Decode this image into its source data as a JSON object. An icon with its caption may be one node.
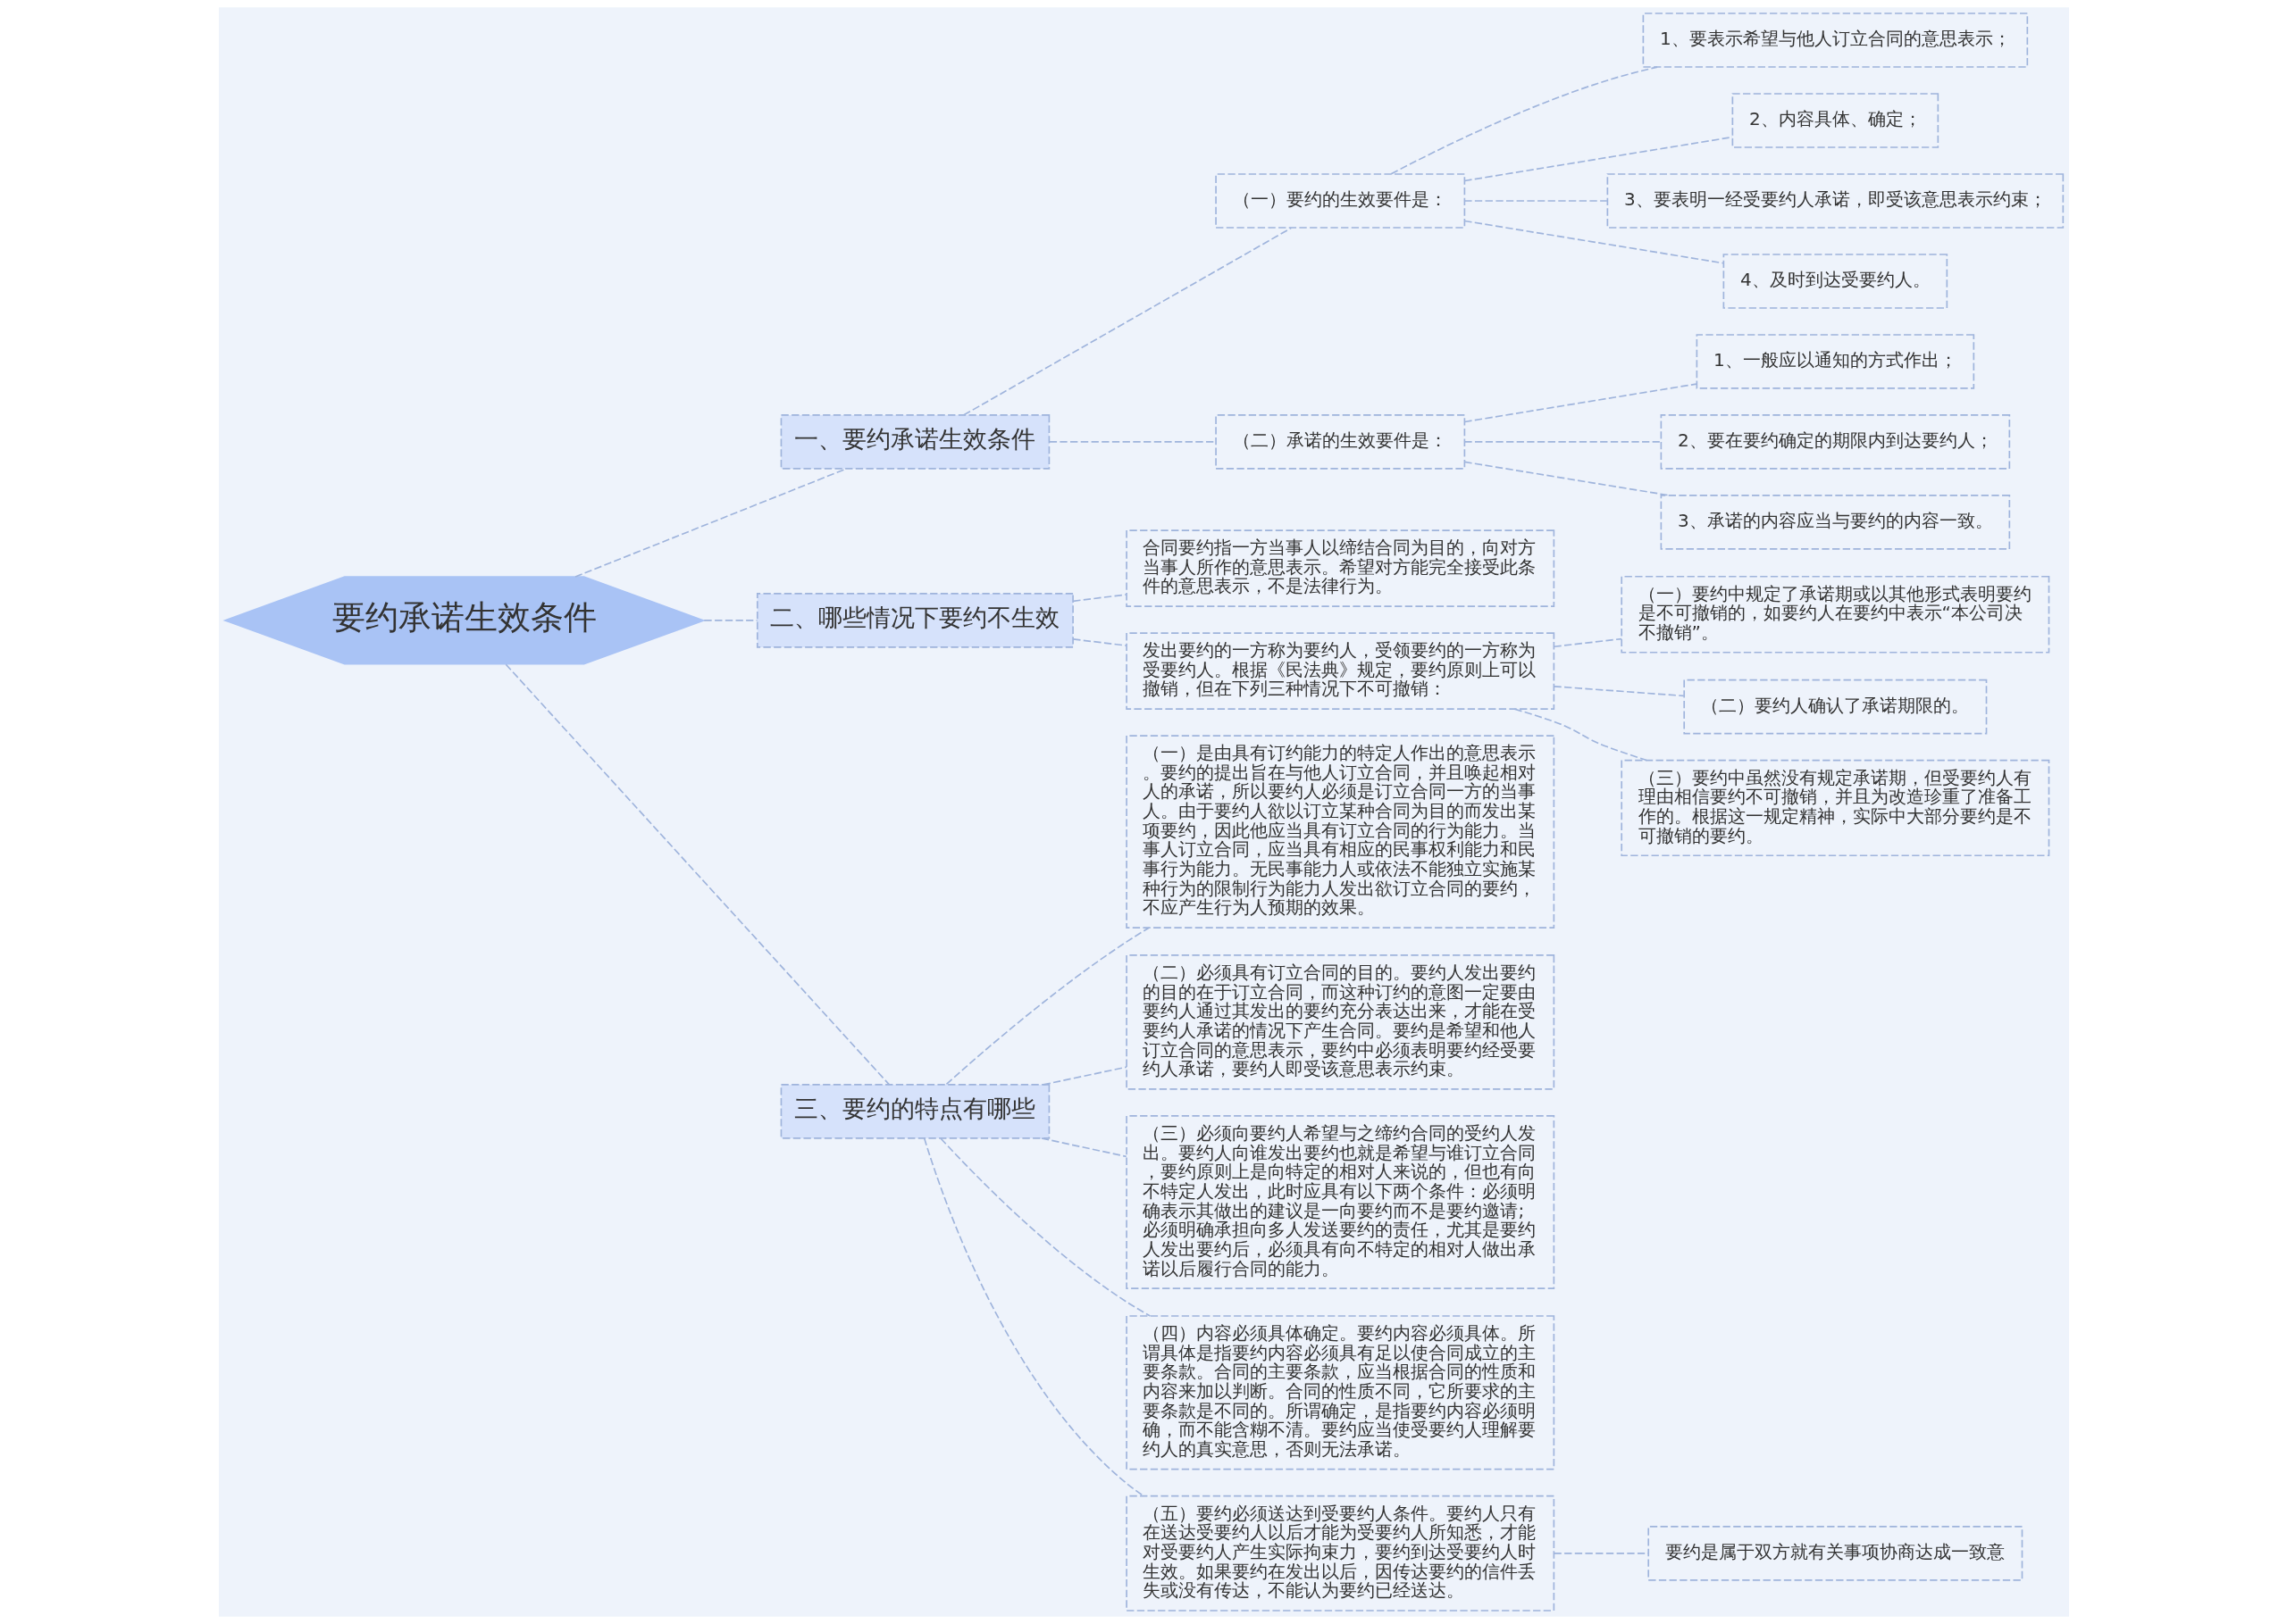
{
  "diagram": {
    "nodes": [
      {
        "text": [
          "要约承诺生效条件"
        ]
      },
      {
        "text": [
          "一、要约承诺生效条件"
        ]
      },
      {
        "text": [
          "（一）要约的生效要件是："
        ]
      },
      {
        "text": [
          "1、要表示希望与他人订立合同的意思表示；"
        ]
      },
      {
        "text": [
          "2、内容具体、确定；"
        ]
      },
      {
        "text": [
          "3、要表明一经受要约人承诺，即受该意思表示约束；"
        ]
      },
      {
        "text": [
          "4、及时到达受要约人。"
        ]
      },
      {
        "text": [
          "（二）承诺的生效要件是："
        ]
      },
      {
        "text": [
          "1、一般应以通知的方式作出；"
        ]
      },
      {
        "text": [
          "2、要在要约确定的期限内到达要约人；"
        ]
      },
      {
        "text": [
          "3、承诺的内容应当与要约的内容一致。"
        ]
      },
      {
        "text": [
          "二、哪些情况下要约不生效"
        ]
      },
      {
        "text": [
          "合同要约指一方当事人以缔结合同为目的，向对方当事人所作的意思表示。希望对方能完全接受此条件的意思表示，不是法律行为。"
        ]
      },
      {
        "text": [
          "发出要约的一方称为要约人，受领要约的一方称为受要约人。根据《民法典》规定，要约原则上可以撤销，但在下列三种情况下不可撤销："
        ]
      },
      {
        "text": [
          "（一）要约中规定了承诺期或以其他形式表明要约是不可撤销的，如要约人在要约中表示“本公司决不撤销”。"
        ]
      },
      {
        "text": [
          "（二）要约人确认了承诺期限的。"
        ]
      },
      {
        "text": [
          "（三）要约中虽然没有规定承诺期，但受要约人有理由相信要约不可撤销，并且为改造珍重了准备工作的。根据这一规定精神，实际中大部分要约是不可撤销的要约。"
        ]
      },
      {
        "text": [
          "三、要约的特点有哪些"
        ]
      },
      {
        "text": [
          "（一）是由具有订约能力的特定人作出的意思表示。要约的提出旨在与他人订立合同，并且唤起相对人的承诺，所以要约人必须是订立合同一方的当事人。由于要约人欲以订立某种合同为目的而发出某项要约，因此他应当具有订立合同的行为能力。当事人订立合同，应当具有相应的民事权利能力和民事行为能力。无民事能力人或依法不能独立实施某种行为的限制行为能力人发出欲订立合同的要约，不应产生行为人预期的效果。"
        ]
      },
      {
        "text": [
          "（二）必须具有订立合同的目的。要约人发出要约的目的在于订立合同，而这种订约的意图一定要由要约人通过其发出的要约充分表达出来，才能在受要约人承诺的情况下产生合同。要约是希望和他人订立合同的意思表示，要约中必须表明要约经受要约人承诺，要约人即受该意思表示约束。"
        ]
      },
      {
        "text": [
          "（三）必须向要约人希望与之缔约合同的受约人发出。要约人向谁发出要约也就是希望与谁订立合同，要约原则上是向特定的相对人来说的，但也有向不特定人发出，此时应具有以下两个条件：必须明确表示其做出的建议是一向要约而不是要约邀请;必须明确承担向多人发送要约的责任，尤其是要约人发出要约后，必须具有向不特定的相对人做出承诺以后履行合同的能力。"
        ]
      },
      {
        "text": [
          "（四）内容必须具体确定。要约内容必须具体。所谓具体是指要约内容必须具有足以使合同成立的主要条款。合同的主要条款，应当根据合同的性质和内容来加以判断。合同的性质不同，它所要求的主要条款是不同的。所谓确定，是指要约内容必须明确，而不能含糊不清。要约应当使受要约人理解要约人的真实意思，否则无法承诺。"
        ]
      },
      {
        "text": [
          "（五）要约必须送达到受要约人条件。要约人只有在送达受要约人以后才能为受要约人所知悉，才能对受要约人产生实际拘束力，要约到达受要约人时生效。如果要约在发出以后，因传达要约的信件丢失或没有传达，不能认为要约已经送达。"
        ]
      },
      {
        "text": [
          "要约是属于双方就有关事项协商达成一致意"
        ]
      }
    ],
    "edges": [
      {
        "from": 0,
        "to": 1,
        "arrow": "none"
      },
      {
        "from": 1,
        "to": 2,
        "arrow": "none"
      },
      {
        "from": 2,
        "to": 3,
        "arrow": "none"
      },
      {
        "from": 2,
        "to": 4,
        "arrow": "none"
      },
      {
        "from": 2,
        "to": 5,
        "arrow": "none"
      },
      {
        "from": 2,
        "to": 6,
        "arrow": "none"
      },
      {
        "from": 1,
        "to": 7,
        "arrow": "none"
      },
      {
        "from": 7,
        "to": 8,
        "arrow": "none"
      },
      {
        "from": 7,
        "to": 9,
        "arrow": "none"
      },
      {
        "from": 7,
        "to": 10,
        "arrow": "none"
      },
      {
        "from": 0,
        "to": 11,
        "arrow": "none"
      },
      {
        "from": 11,
        "to": 12,
        "arrow": "none"
      },
      {
        "from": 11,
        "to": 13,
        "arrow": "none"
      },
      {
        "from": 13,
        "to": 14,
        "arrow": "none"
      },
      {
        "from": 13,
        "to": 15,
        "arrow": "none"
      },
      {
        "from": 13,
        "to": 16,
        "arrow": "none"
      },
      {
        "from": 0,
        "to": 17,
        "arrow": "none"
      },
      {
        "from": 17,
        "to": 18,
        "arrow": "none"
      },
      {
        "from": 17,
        "to": 19,
        "arrow": "none"
      },
      {
        "from": 17,
        "to": 20,
        "arrow": "none"
      },
      {
        "from": 17,
        "to": 21,
        "arrow": "none"
      },
      {
        "from": 17,
        "to": 22,
        "arrow": "none"
      },
      {
        "from": 22,
        "to": 23,
        "arrow": "none"
      }
    ]
  }
}
